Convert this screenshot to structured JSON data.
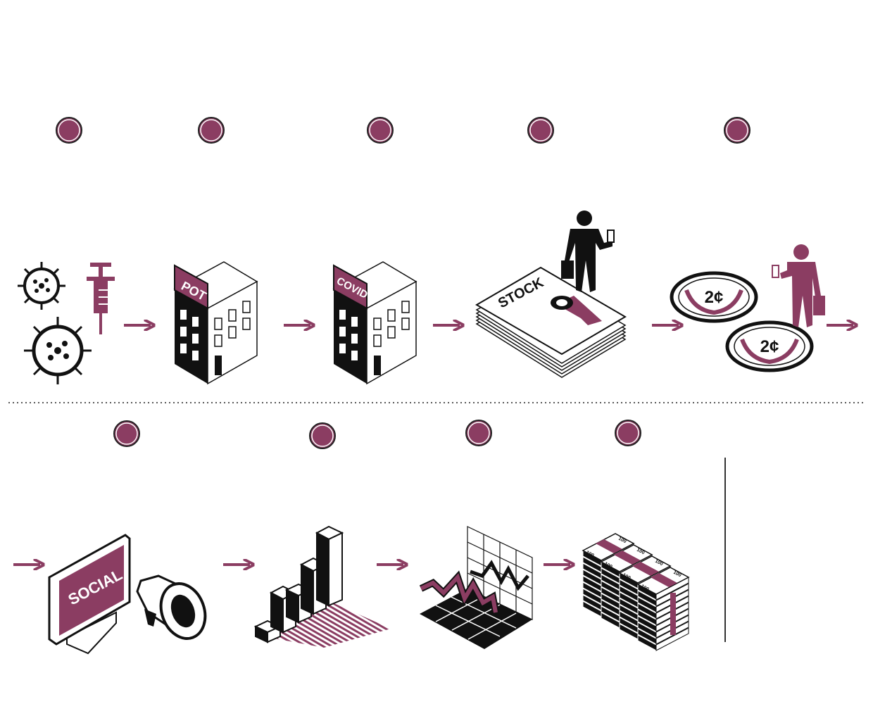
{
  "colors": {
    "accent": "#8b3d62",
    "ink": "#111111",
    "background": "#ffffff"
  },
  "row1": {
    "steps": [
      {
        "id": "virus-vaccine",
        "icons": [
          "virus-icon",
          "syringe-icon"
        ]
      },
      {
        "id": "pot-company",
        "sign": "POT"
      },
      {
        "id": "covid-company",
        "sign": "COVID"
      },
      {
        "id": "stock-certificate",
        "label": "STOCK"
      },
      {
        "id": "penny-coins",
        "coin_label_1": "2¢",
        "coin_label_2": "2¢"
      }
    ]
  },
  "row2": {
    "steps": [
      {
        "id": "social-promotion",
        "screen_label": "SOCIAL"
      },
      {
        "id": "price-rise-chart"
      },
      {
        "id": "price-crash-chart"
      },
      {
        "id": "cash-stacks",
        "bill_label": "100"
      }
    ]
  }
}
